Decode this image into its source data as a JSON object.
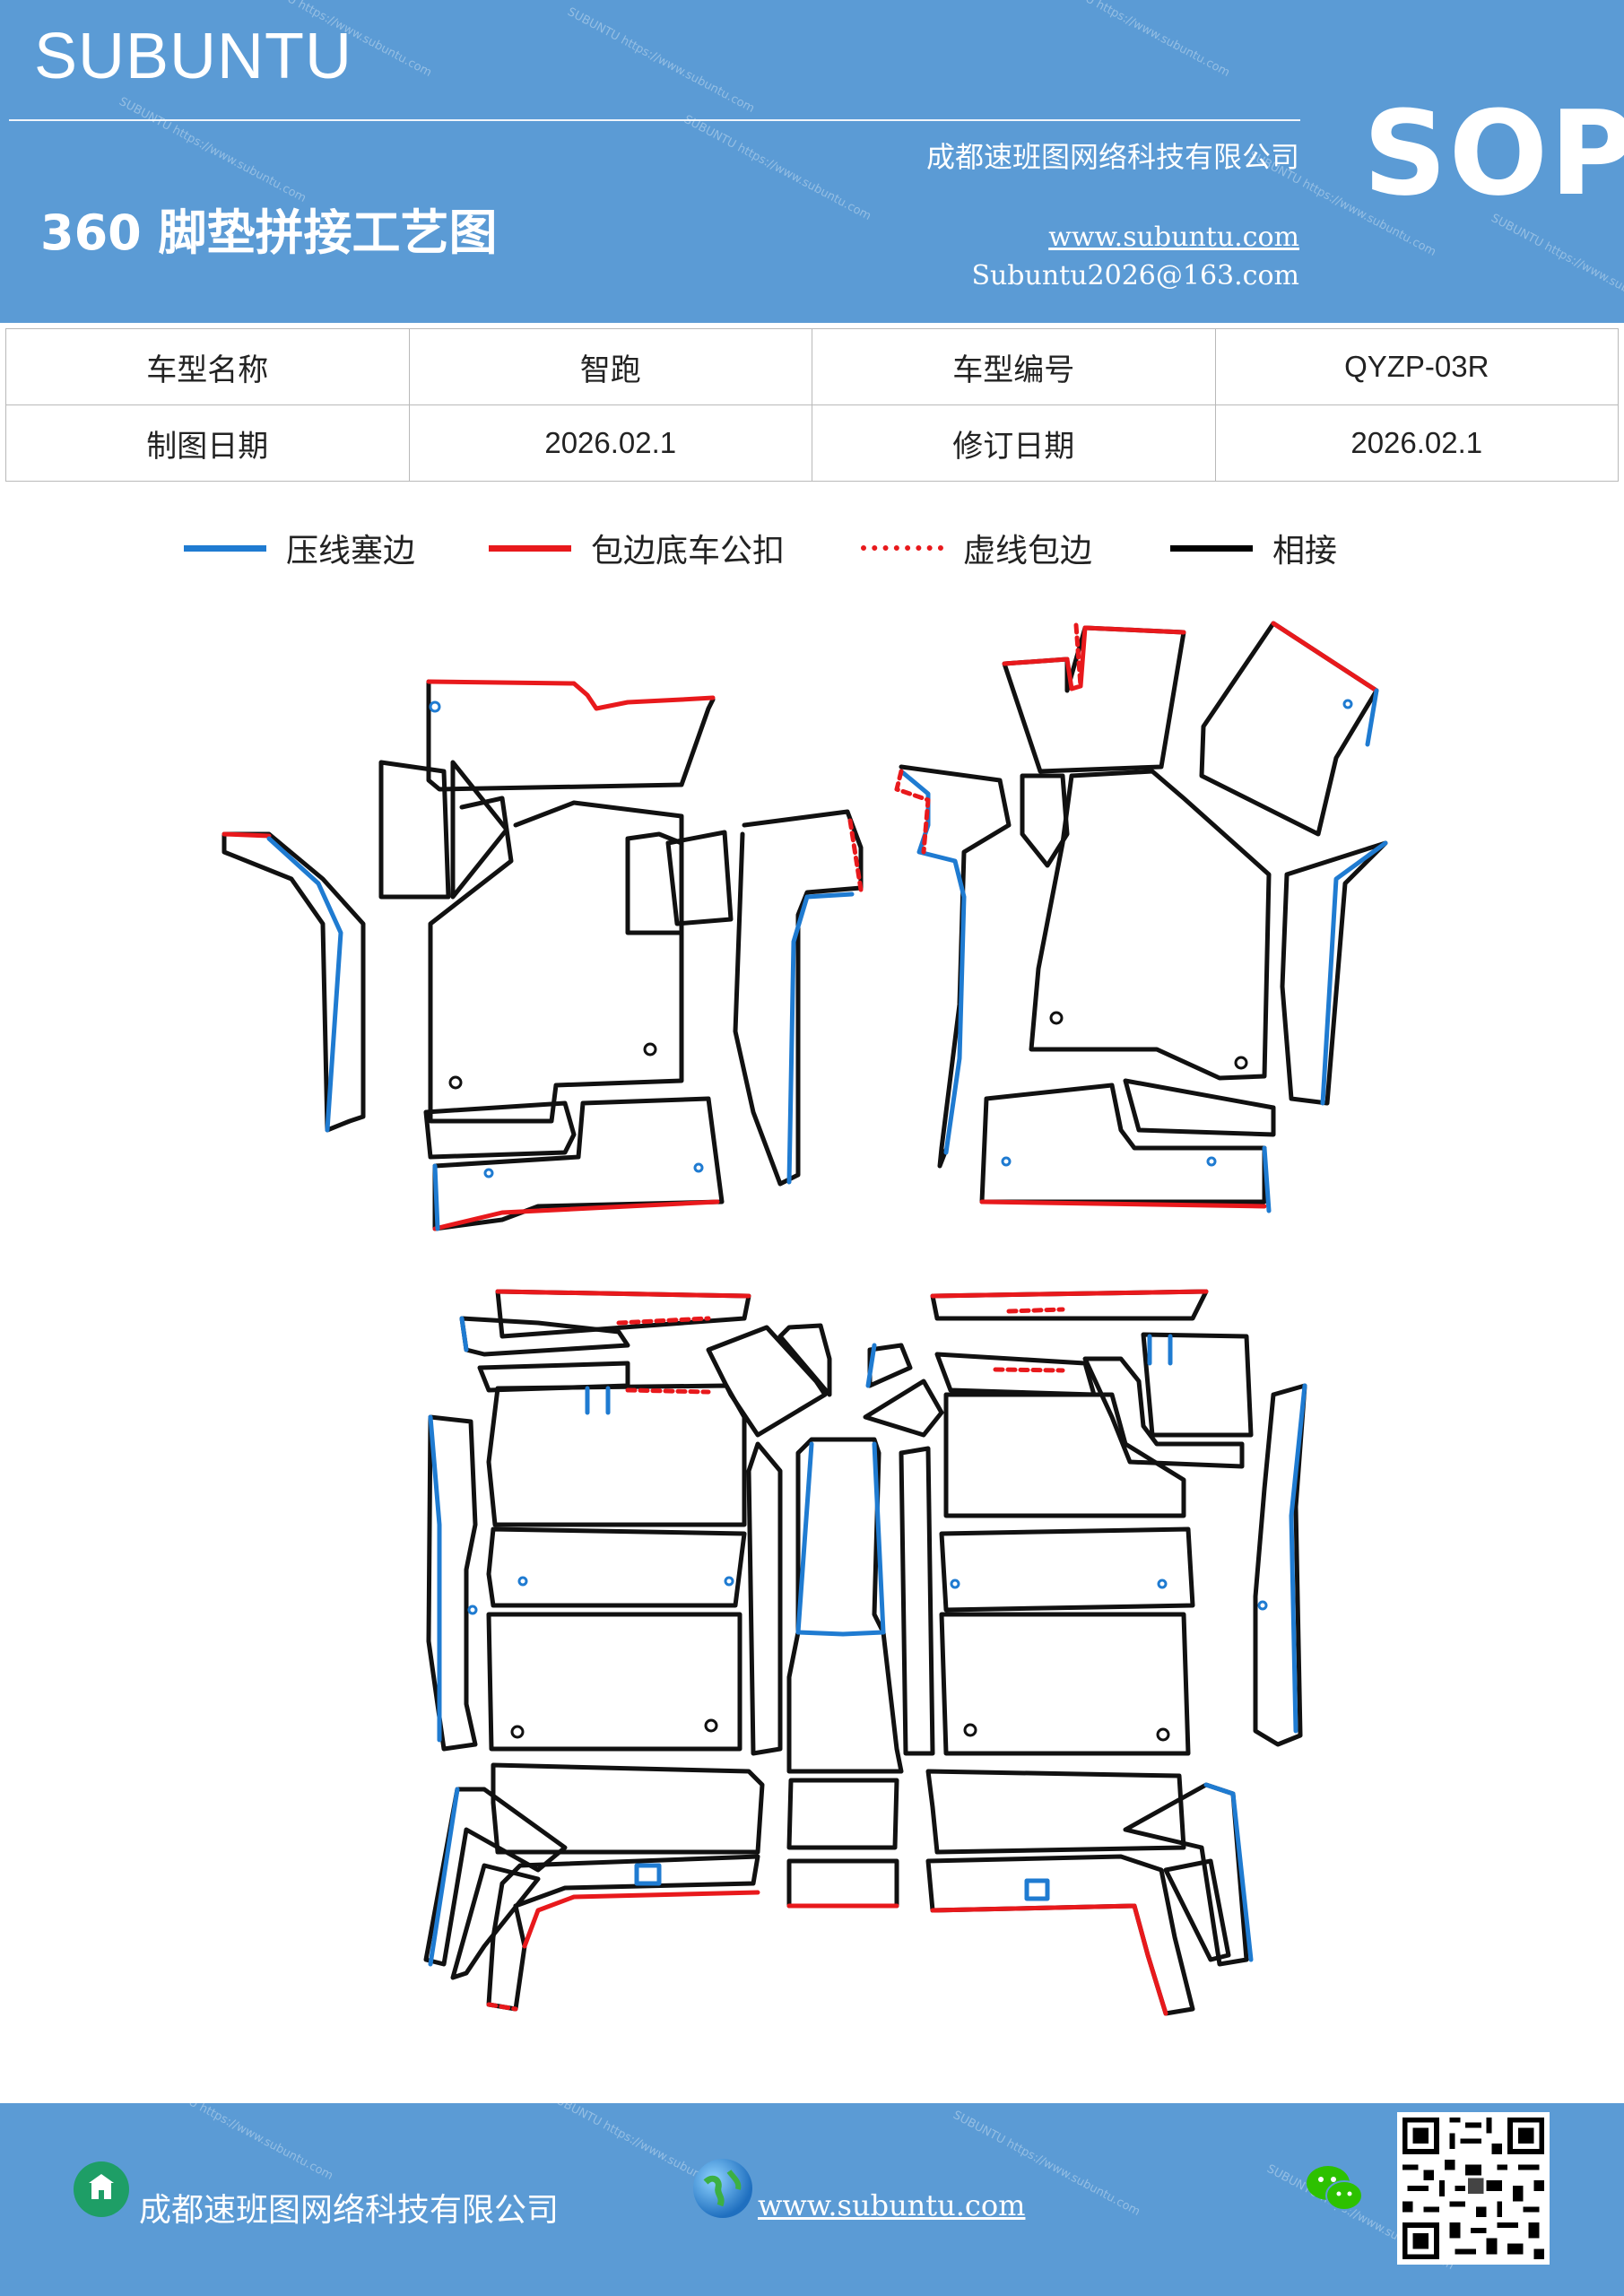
{
  "header": {
    "brand": "SUBUNTU",
    "title": "360 脚垫拼接工艺图",
    "company": "成都速班图网络科技有限公司",
    "website": "www.subuntu.com",
    "email": "Subuntu2026@163.com",
    "badge": "SOP"
  },
  "info_table": {
    "rows": [
      {
        "label1": "车型名称",
        "value1": "智跑",
        "label2": "车型编号",
        "value2": "QYZP-03R"
      },
      {
        "label1": "制图日期",
        "value1": "2026.02.1",
        "label2": "修订日期",
        "value2": "2026.02.1"
      }
    ]
  },
  "legend": [
    {
      "label": "压线塞边",
      "color": "#1f7bd1",
      "style": "solid"
    },
    {
      "label": "包边底车公扣",
      "color": "#e8191c",
      "style": "solid"
    },
    {
      "label": "虚线包边",
      "color": "#e8191c",
      "style": "dotted"
    },
    {
      "label": "相接",
      "color": "#000000",
      "style": "solid"
    }
  ],
  "colors": {
    "header_bg": "#5b9bd5",
    "blue_edge": "#1f7bd1",
    "red_edge": "#e8191c",
    "black_edge": "#111111"
  },
  "footer": {
    "company": "成都速班图网络科技有限公司",
    "website": "www.subuntu.com",
    "icons": [
      "building-icon",
      "globe-icon",
      "wechat-icon",
      "qr-code"
    ]
  }
}
